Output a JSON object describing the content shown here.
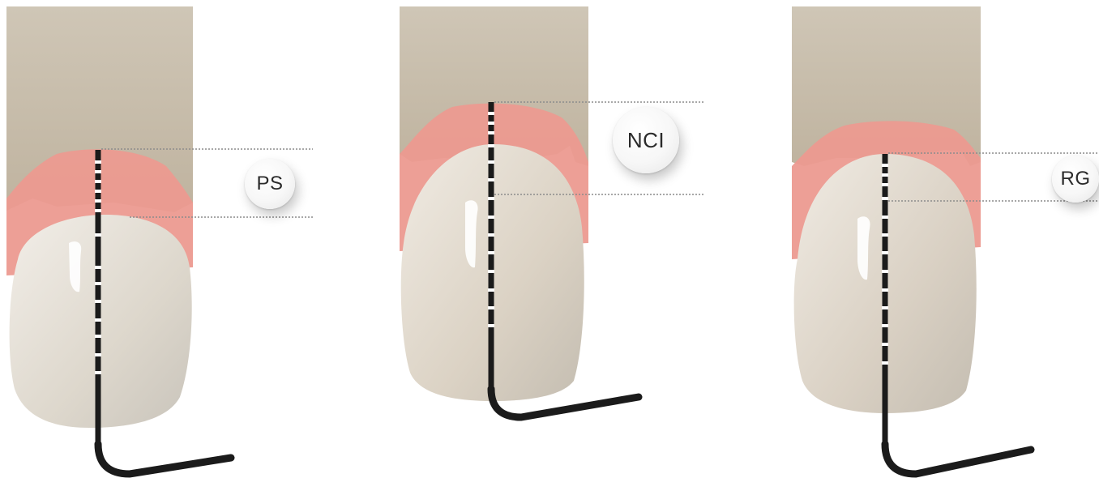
{
  "panels": [
    {
      "label": "PS"
    },
    {
      "label": "NCI"
    },
    {
      "label": "RG"
    }
  ],
  "colors": {
    "bone": "#c9bfae",
    "gingiva": "#e9928a",
    "tooth": "#e4dfd6",
    "probe": "#1b1b1b",
    "guide_line": "#8c8c8c"
  }
}
